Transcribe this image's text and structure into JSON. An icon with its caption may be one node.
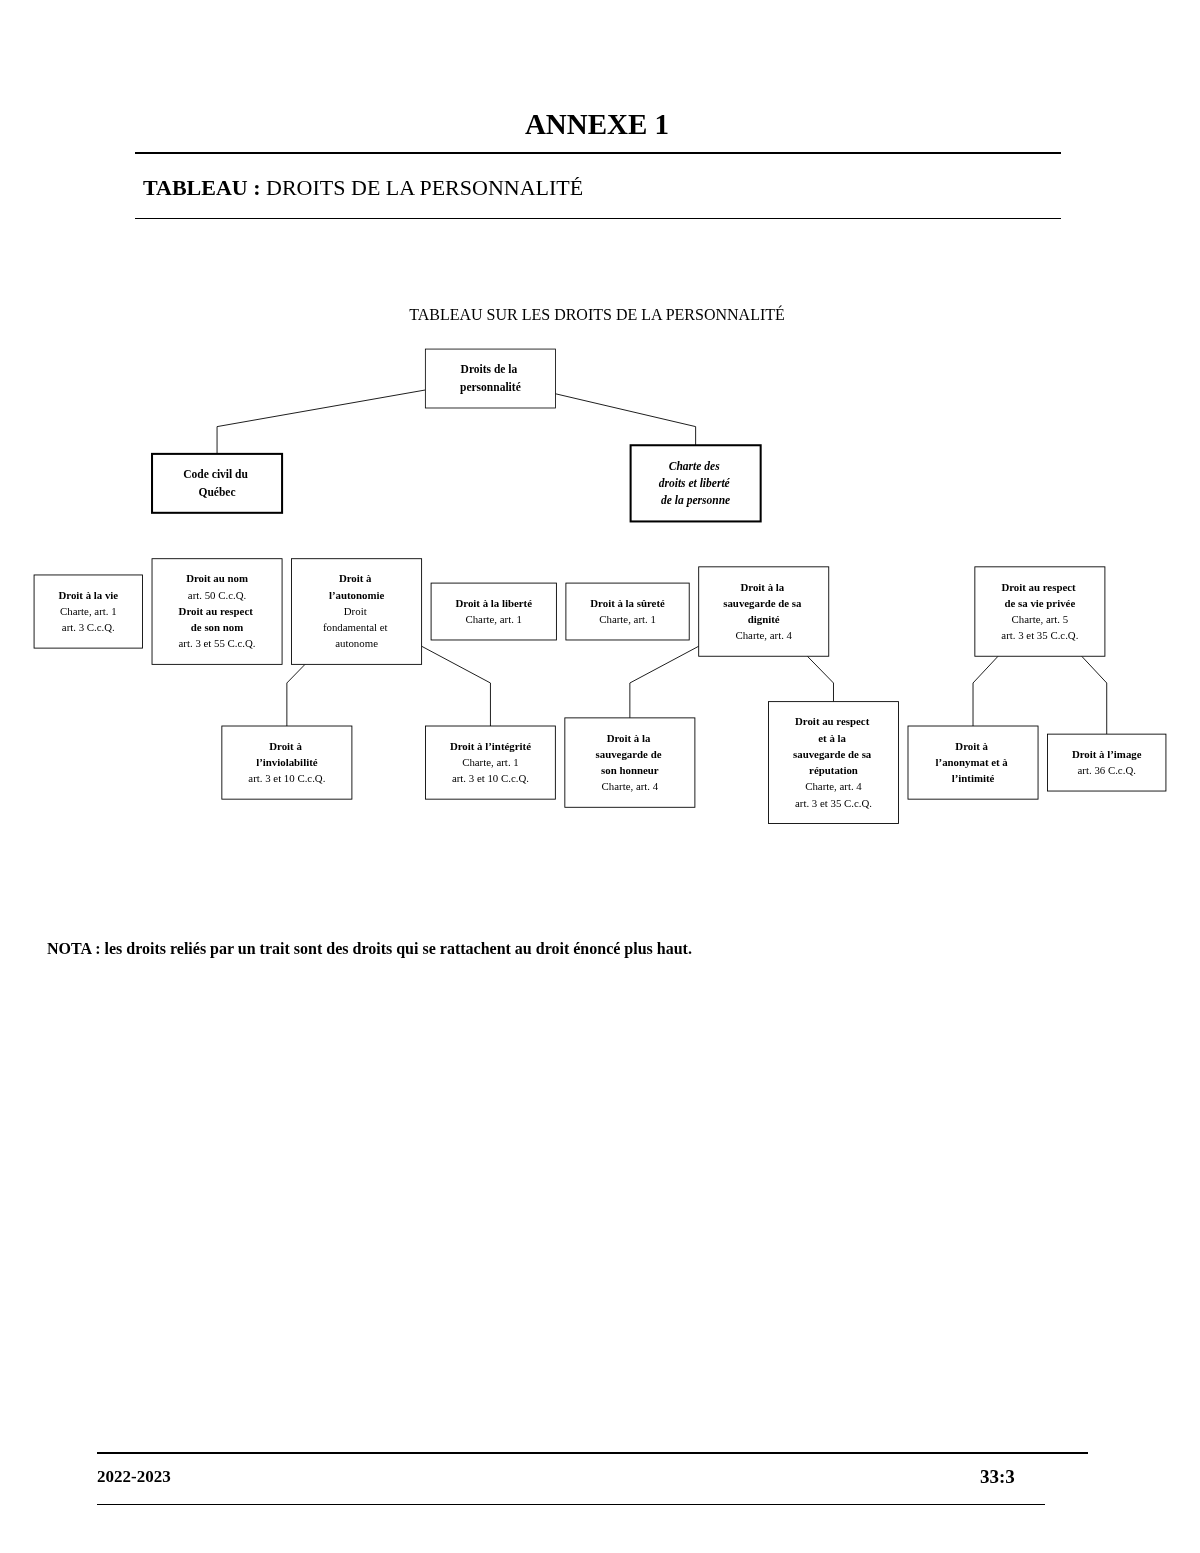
{
  "diagram": {
    "title": "ANNEXE 1",
    "nodes": [
      {
        "text": [
          "Droits de la personnalité"
        ]
      },
      {
        "text": [
          "Code civil du Québec"
        ]
      },
      {
        "text": [
          "Charte des droits et liberté de la personne"
        ]
      },
      {
        "text": [
          "Droit à la vie",
          "Charte, art. 1",
          "art. 3 C.c.Q."
        ]
      },
      {
        "text": [
          "Droit au nom",
          "art. 50 C.c.Q.",
          "Droit au respect de son nom",
          "art. 3 et 55 C.c.Q."
        ]
      },
      {
        "text": [
          "Droit à l’autonomie",
          "Droit fondamental et autonome"
        ]
      },
      {
        "text": [
          "Droit à la liberté",
          "Charte, art. 1"
        ]
      },
      {
        "text": [
          "Droit à la sûreté",
          "Charte, art. 1"
        ]
      },
      {
        "text": [
          "Droit à la sauvegarde de sa dignité",
          "Charte, art. 4"
        ]
      },
      {
        "text": [
          "Droit au respect de sa vie privée",
          "Charte, art. 5",
          "art. 3 et 35 C.c.Q."
        ]
      },
      {
        "text": [
          "Droit à l’inviolabilité",
          "art. 3 et 10 C.c.Q."
        ]
      },
      {
        "text": [
          "Droit à l’intégrité",
          "Charte, art. 1",
          "art. 3 et 10 C.c.Q."
        ]
      },
      {
        "text": [
          "Droit à la sauvegarde de son honneur",
          "Charte, art. 4"
        ]
      },
      {
        "text": [
          "Droit au respect et à la sauvegarde de sa réputation",
          "Charte, art. 4",
          "art. 3 et 35 C.c.Q."
        ]
      },
      {
        "text": [
          "Droit à l’anonymat et à l’intimité"
        ]
      },
      {
        "text": [
          "Droit à l’image",
          "art. 36 C.c.Q."
        ]
      }
    ],
    "edges": [
      {
        "from": 0,
        "to": 1,
        "arrow": "none"
      },
      {
        "from": 0,
        "to": 2,
        "arrow": "none"
      },
      {
        "from": 5,
        "to": 10,
        "arrow": "none"
      },
      {
        "from": 5,
        "to": 11,
        "arrow": "none"
      },
      {
        "from": 8,
        "to": 12,
        "arrow": "none"
      },
      {
        "from": 8,
        "to": 13,
        "arrow": "none"
      },
      {
        "from": 9,
        "to": 14,
        "arrow": "none"
      },
      {
        "from": 9,
        "to": 15,
        "arrow": "none"
      }
    ],
    "labels": [
      "**TABLEAU :** DROITS DE LA PERSONNALITÉ",
      "TABLEAU SUR LES DROITS DE LA PERSONNALITÉ",
      "NOTA : les droits reliés par un trait sont des droits qui se rattachent au droit énoncé plus haut.",
      "2022-2023",
      "33:3"
    ]
  }
}
